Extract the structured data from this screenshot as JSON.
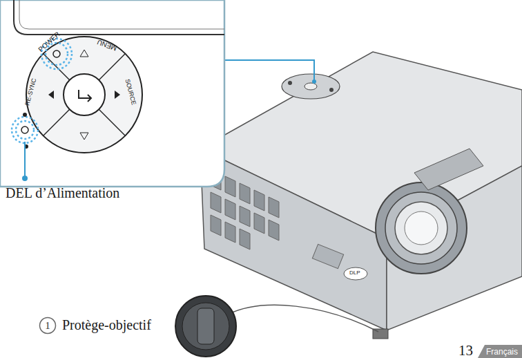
{
  "diagram": {
    "nodes": [
      {
        "text": [
          "1"
        ]
      },
      {
        "text": [
          "Français"
        ]
      }
    ],
    "labels": [
      "POWER",
      "MENU",
      "RE-SYNC",
      "SOURCE",
      "DEL d’Alimentation",
      "Protège-objectif",
      "DLP",
      "13"
    ]
  }
}
